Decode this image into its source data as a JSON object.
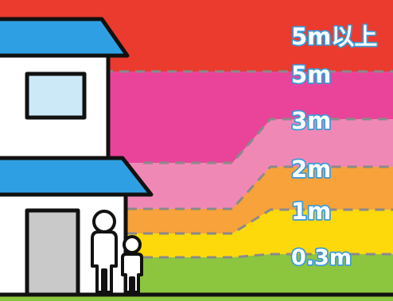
{
  "diagram": {
    "bands": [
      {
        "label": "5m以上",
        "color": "#ea3b2e"
      },
      {
        "label": "5m",
        "color": "#e9449a"
      },
      {
        "label": "3m",
        "color": "#f088b6"
      },
      {
        "label": "2m",
        "color": "#f7a23a"
      },
      {
        "label": "1m",
        "color": "#fdd90c"
      },
      {
        "label": "0.3m",
        "color": "#8cc63f"
      }
    ],
    "house": {
      "roof_color": "#2f9fe3",
      "window_color": "#cce9f7",
      "door_color": "#c9c9c9"
    }
  }
}
